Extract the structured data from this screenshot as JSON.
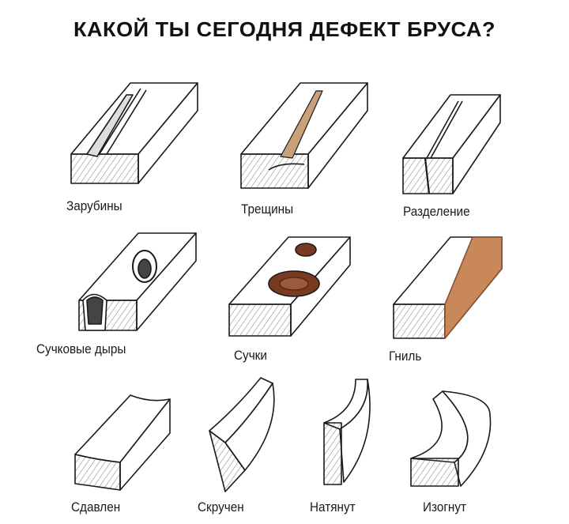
{
  "title": "КАКОЙ ТЫ СЕГОДНЯ ДЕФЕКТ БРУСА?",
  "defects": [
    {
      "label": "Зарубины"
    },
    {
      "label": "Трещины"
    },
    {
      "label": "Разделение"
    },
    {
      "label": "Сучковые дыры"
    },
    {
      "label": "Сучки"
    },
    {
      "label": "Гниль"
    },
    {
      "label": "Сдавлен"
    },
    {
      "label": "Скручен"
    },
    {
      "label": "Натянут"
    },
    {
      "label": "Изогнут"
    }
  ],
  "colors": {
    "ink": "#1a1a1a",
    "knot": "#7a3a22",
    "rot": "#c9885a"
  }
}
